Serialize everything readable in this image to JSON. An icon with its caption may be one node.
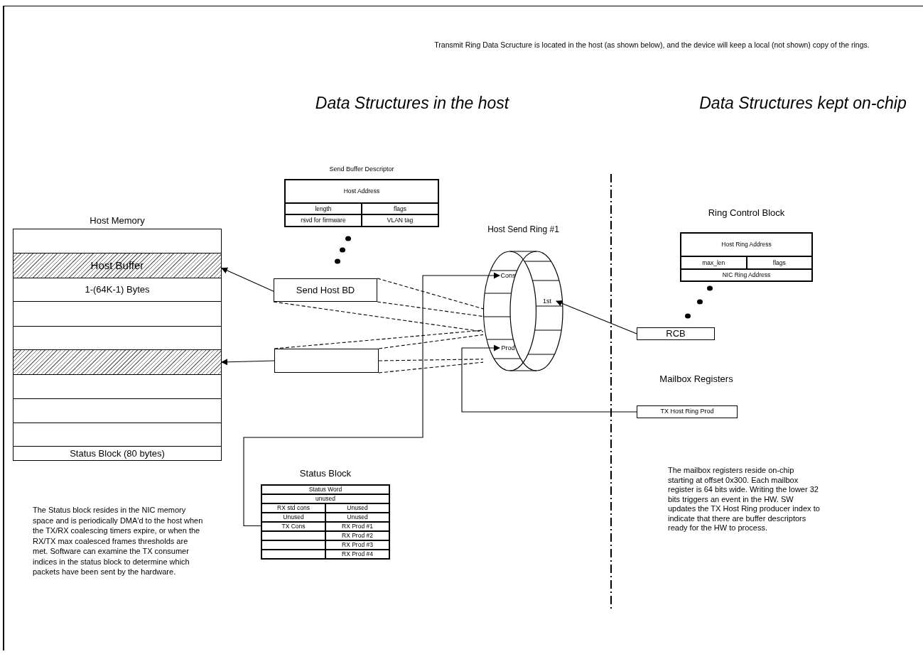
{
  "diagram": {
    "nodes": [
      {
        "text": [
          "Host Memory"
        ]
      },
      {
        "text": [],
        "shape": "box",
        "in": 0
      },
      {
        "text": [
          "Host Buffer"
        ],
        "in": 0
      },
      {
        "text": [
          "1-(64K-1) Bytes"
        ],
        "in": 0
      },
      {
        "text": [],
        "shape": "box",
        "in": 0
      },
      {
        "text": [],
        "shape": "box",
        "in": 0
      },
      {
        "text": [],
        "shape": "box",
        "in": 0
      },
      {
        "text": [],
        "shape": "box",
        "in": 0
      },
      {
        "text": [],
        "shape": "box",
        "in": 0
      },
      {
        "text": [],
        "shape": "box",
        "in": 0
      },
      {
        "text": [
          "Status Block (80 bytes)"
        ],
        "in": 0
      },
      {
        "text": [
          "Send Buffer Descriptor",
          "Host Address",
          "length",
          "flags",
          "rsvd for firmware",
          "VLAN tag"
        ]
      },
      {
        "text": [
          "Send Host BD"
        ]
      },
      {
        "text": [],
        "shape": "box"
      },
      {
        "text": [
          "Host Send Ring #1"
        ]
      },
      {
        "text": [
          "Cons"
        ],
        "in": 14
      },
      {
        "text": [
          "1st"
        ],
        "in": 14
      },
      {
        "text": [
          "Prod"
        ],
        "in": 14
      },
      {
        "text": [
          "Ring Control Block",
          "Host Ring Address",
          "max_len",
          "flags",
          "NIC Ring Address"
        ]
      },
      {
        "text": [
          "RCB"
        ]
      },
      {
        "text": [
          "TX Host Ring Prod"
        ]
      },
      {
        "text": [
          "Status Block",
          "Status Word",
          "unused",
          "RX std cons",
          "Unused",
          "Unused",
          "Unused",
          "TX Cons",
          "RX Prod #1",
          "RX Prod #2",
          "RX Prod #3",
          "RX Prod #4"
        ]
      }
    ],
    "edges": [
      {
        "from": 12,
        "to": 2,
        "arrow": "to"
      },
      {
        "from": 13,
        "to": 6,
        "arrow": "to"
      },
      {
        "from": 12,
        "to": 14,
        "arrow": "none",
        "style": "dashed"
      },
      {
        "from": 12,
        "to": 14,
        "arrow": "none",
        "style": "dashed"
      },
      {
        "from": 12,
        "to": 14,
        "arrow": "none",
        "style": "dashed"
      },
      {
        "from": 13,
        "to": 14,
        "arrow": "none",
        "style": "dashed"
      },
      {
        "from": 13,
        "to": 14,
        "arrow": "none",
        "style": "dashed"
      },
      {
        "from": 13,
        "to": 14,
        "arrow": "none",
        "style": "dashed"
      },
      {
        "from": 13,
        "to": 14,
        "arrow": "none",
        "style": "dashed"
      },
      {
        "from": 21,
        "to": 15,
        "arrow": "to"
      },
      {
        "from": 19,
        "to": 16,
        "arrow": "to"
      },
      {
        "from": 20,
        "to": 17,
        "arrow": "to"
      }
    ],
    "labels": [
      "Transmit Ring Data Scructure is located in the host (as shown below), and the device will keep a local (not shown) copy of the rings.",
      "Data Structures in the host",
      "Data Structures kept on-chip",
      "Mailbox Registers",
      "The mailbox registers reside on-chip starting at offset 0x300. Each mailbox register is 64 bits wide. Writing the lower 32 bits triggers an event in the HW. SW updates the TX Host Ring producer index to indicate that there are buffer descriptors ready for the HW to process.",
      "The Status block resides in the NIC memory space and is periodically DMA'd to the host when the TX/RX coalescing timers expire, or when the RX/TX max coalesced frames thresholds are met. Software can examine the TX consumer indices in the status block to determine which packets have been sent by the hardware."
    ]
  }
}
